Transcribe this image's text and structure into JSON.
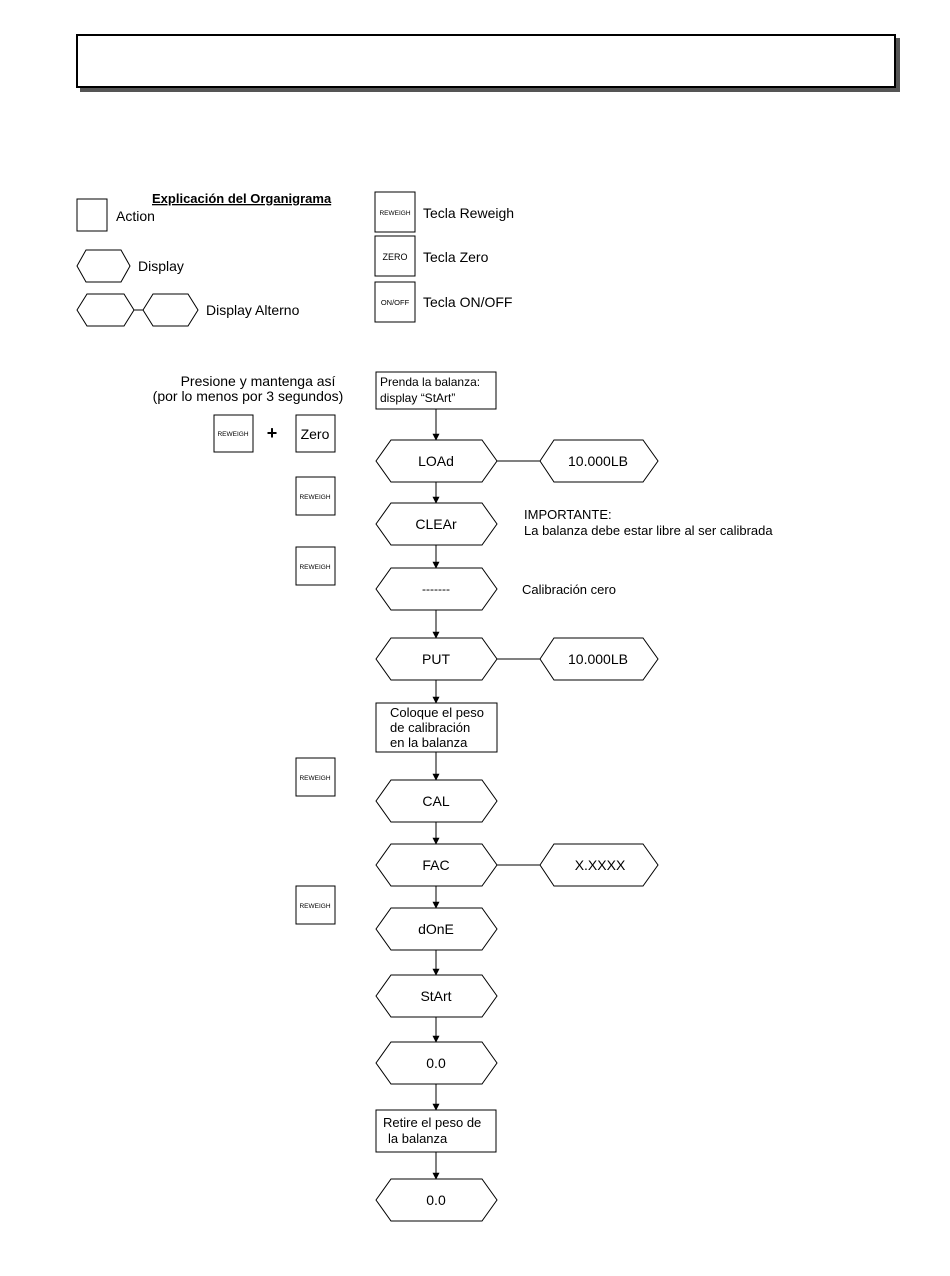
{
  "header": {
    "title": ""
  },
  "legend": {
    "title": "Explicación del Organigrama",
    "action": "Action",
    "display": "Display",
    "display_alt": "Display Alterno",
    "key_reweigh_cap": "REWEIGH",
    "key_reweigh_label": "Tecla Reweigh",
    "key_zero_cap": "ZERO",
    "key_zero_label": "Tecla Zero",
    "key_onoff_cap": "ON/OFF",
    "key_onoff_label": "Tecla ON/OFF"
  },
  "instruction": {
    "line1": "Presione y mantenga así",
    "line2": "(por lo menos por 3 segundos)",
    "plus": "+",
    "zero_key": "Zero"
  },
  "keys": {
    "reweigh": "REWEIGH"
  },
  "flow": {
    "start_action": [
      "Prenda la balanza:",
      "display “StArt”"
    ],
    "load": "LOAd",
    "load_alt": "10.000LB",
    "clear": "CLEAr",
    "important_title": "IMPORTANTE:",
    "important_text": "La balanza debe estar libre al ser calibrada",
    "dashes": "-------",
    "zero_cal": "Calibración cero",
    "put": "PUT",
    "put_alt": "10.000LB",
    "place_action": [
      "Coloque el peso",
      "de calibración",
      "en la balanza"
    ],
    "cal": "CAL",
    "fac": "FAC",
    "fac_alt": "X.XXXX",
    "done": "dOnE",
    "start": "StArt",
    "zero1": "0.0",
    "remove_action": [
      "Retire el peso de",
      "la balanza"
    ],
    "zero2": "0.0"
  }
}
